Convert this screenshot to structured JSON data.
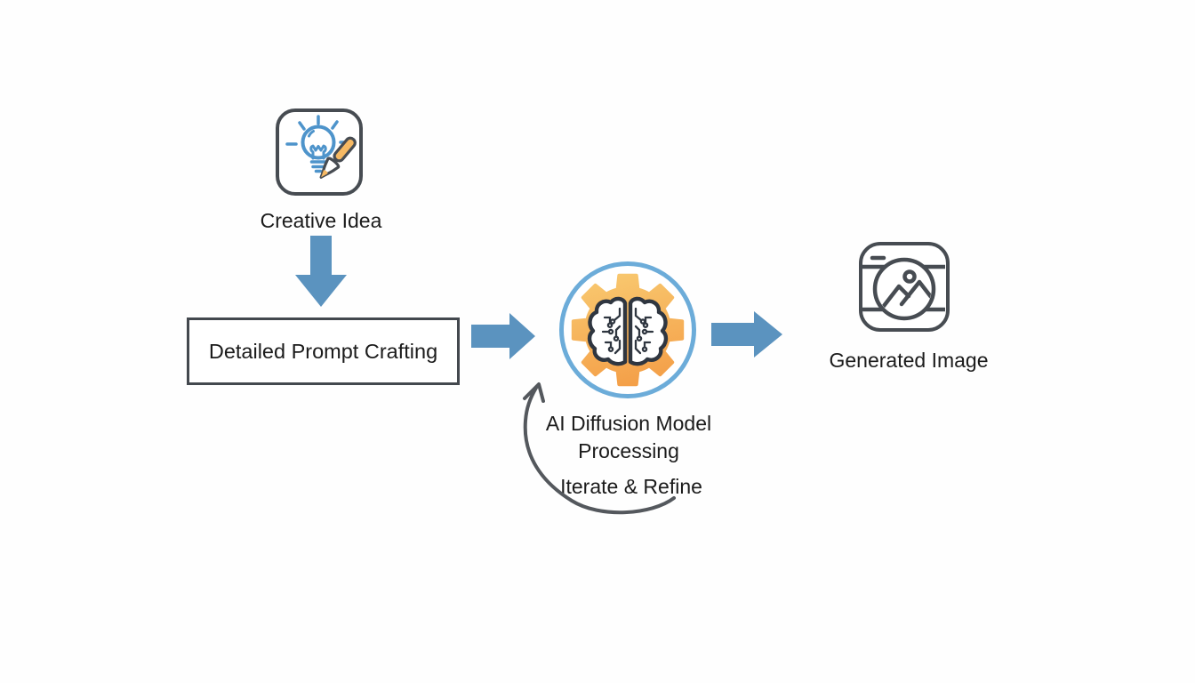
{
  "title": "AI image generation flow diagram",
  "colors": {
    "background": "#fefefe",
    "flow_arrow_blue": "#5b93bf",
    "ring_blue": "#6cacd9",
    "gear_orange_light": "#f8c76e",
    "gear_orange_dark": "#f49e47",
    "icon_stroke": "#474c52",
    "loop_arrow_gray": "#54585d",
    "bulb_blue": "#4e94cb",
    "brush_orange": "#f6b963",
    "brain_stroke": "#2f3640",
    "text": "#1b1b1b"
  },
  "nodes": {
    "creative_idea": {
      "label": "Creative Idea",
      "icon": "lightbulb-paintbrush"
    },
    "prompt_crafting": {
      "label": "Detailed Prompt Crafting"
    },
    "diffusion_model": {
      "label_line1": "AI Diffusion Model",
      "label_line2": "Processing",
      "icon": "gear-brain"
    },
    "generated_image": {
      "label": "Generated Image",
      "icon": "photo-frame"
    }
  },
  "annotations": {
    "iterate_refine": {
      "label": "Iterate & Refine"
    }
  },
  "connectors": [
    {
      "from": "creative_idea",
      "to": "prompt_crafting",
      "type": "block-arrow-down"
    },
    {
      "from": "prompt_crafting",
      "to": "diffusion_model",
      "type": "block-arrow-right"
    },
    {
      "from": "diffusion_model",
      "to": "generated_image",
      "type": "block-arrow-right"
    },
    {
      "from": "iterate_refine",
      "to": "diffusion_model",
      "type": "curved-arrow-loop"
    }
  ]
}
